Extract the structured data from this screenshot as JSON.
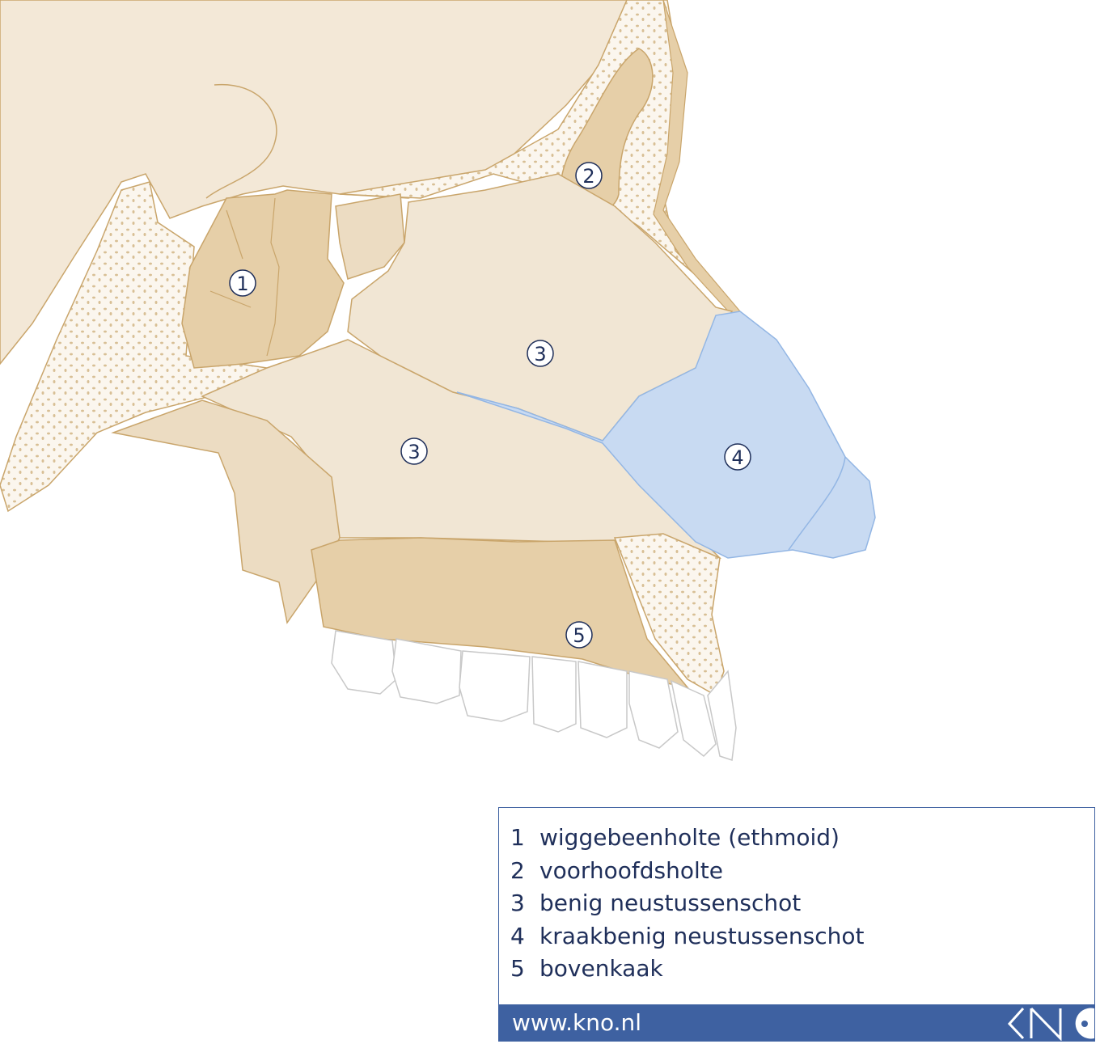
{
  "diagram": {
    "markers": [
      {
        "id": "1"
      },
      {
        "id": "2"
      },
      {
        "id": "3"
      },
      {
        "id": "3"
      },
      {
        "id": "4"
      },
      {
        "id": "5"
      }
    ]
  },
  "legend": {
    "items": [
      {
        "number": "1",
        "label": "wiggebeenholte (ethmoid)"
      },
      {
        "number": "2",
        "label": "voorhoofdsholte"
      },
      {
        "number": "3",
        "label": "benig neustussenschot"
      },
      {
        "number": "4",
        "label": "kraakbenig neustussenschot"
      },
      {
        "number": "5",
        "label": "bovenkaak"
      }
    ],
    "footer_url": "www.kno.nl",
    "logo_text": "KNO"
  },
  "colors": {
    "bone": "#f1e6d4",
    "bone_dark": "#e6cfa8",
    "outline": "#c9a56b",
    "cartilage": "#c8daf2",
    "cartilage_outline": "#93b6e4",
    "brand": "#3e61a1",
    "text": "#1f2f5a"
  }
}
